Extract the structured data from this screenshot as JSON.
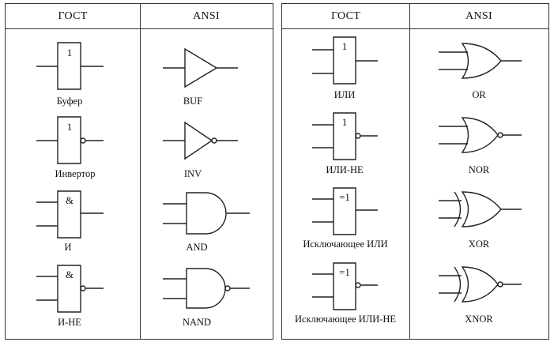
{
  "tables": [
    {
      "headers": [
        "ГОСТ",
        "ANSI"
      ],
      "rows": [
        {
          "gost_symbol": "1",
          "gost_label": "Буфер",
          "ansi_label": "BUF"
        },
        {
          "gost_symbol": "1",
          "gost_label": "Инвертор",
          "ansi_label": "INV"
        },
        {
          "gost_symbol": "&",
          "gost_label": "И",
          "ansi_label": "AND"
        },
        {
          "gost_symbol": "&",
          "gost_label": "И-НЕ",
          "ansi_label": "NAND"
        }
      ]
    },
    {
      "headers": [
        "ГОСТ",
        "ANSI"
      ],
      "rows": [
        {
          "gost_symbol": "1",
          "gost_label": "ИЛИ",
          "ansi_label": "OR"
        },
        {
          "gost_symbol": "1",
          "gost_label": "ИЛИ-НЕ",
          "ansi_label": "NOR"
        },
        {
          "gost_symbol": "=1",
          "gost_label": "Исключающее ИЛИ",
          "ansi_label": "XOR"
        },
        {
          "gost_symbol": "=1",
          "gost_label": "Исключающее ИЛИ-НЕ",
          "ansi_label": "XNOR"
        }
      ]
    }
  ]
}
